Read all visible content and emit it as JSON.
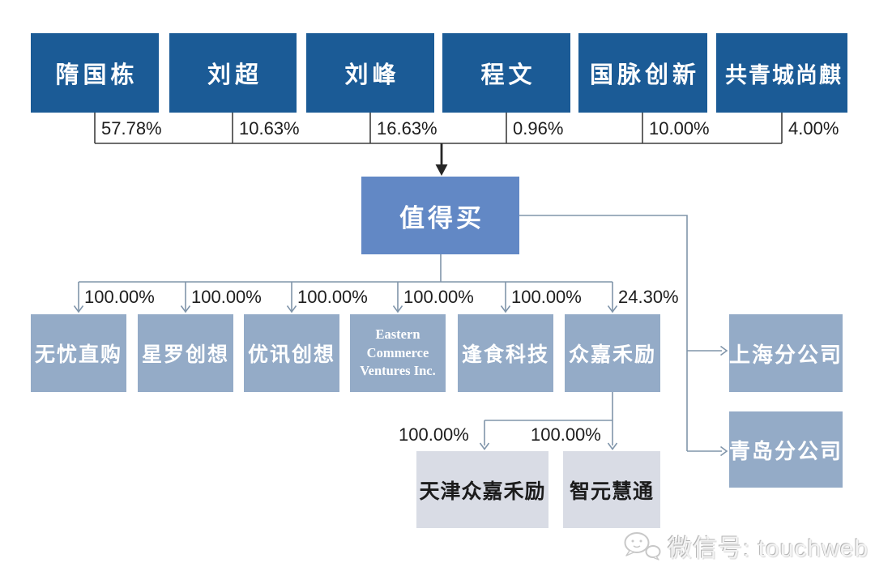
{
  "diagram": {
    "title_implicit": "equity-structure",
    "shareholders": [
      {
        "name": "隋国栋",
        "pct": "57.78%"
      },
      {
        "name": "刘超",
        "pct": "10.63%"
      },
      {
        "name": "刘峰",
        "pct": "16.63%"
      },
      {
        "name": "程文",
        "pct": "0.96%"
      },
      {
        "name": "国脉创新",
        "pct": "10.00%"
      },
      {
        "name": "共青城尚麒",
        "pct": "4.00%"
      }
    ],
    "company": {
      "name": "值得买"
    },
    "subsidiaries": [
      {
        "name": "无忧直购",
        "pct": "100.00%"
      },
      {
        "name": "星罗创想",
        "pct": "100.00%"
      },
      {
        "name": "优讯创想",
        "pct": "100.00%"
      },
      {
        "name": "Eastern Commerce Ventures Inc.",
        "pct": "100.00%"
      },
      {
        "name": "逢食科技",
        "pct": "100.00%"
      },
      {
        "name": "众嘉禾励",
        "pct": "24.30%"
      }
    ],
    "sub_subsidiaries": [
      {
        "name": "天津众嘉禾励",
        "pct": "100.00%"
      },
      {
        "name": "智元慧通",
        "pct": "100.00%"
      }
    ],
    "branch_offices": [
      {
        "name": "上海分公司"
      },
      {
        "name": "青岛分公司"
      }
    ]
  },
  "watermark": {
    "label": "微信号: touchweb",
    "icon": "wechat-icon"
  },
  "colors": {
    "header_box": "#1b5b96",
    "parent_box": "#6288c5",
    "subsidiary_box": "#94abc7",
    "leaf_box": "#d9dce5",
    "connector": "#8095aa",
    "connector_dark": "#3f3f3f"
  }
}
